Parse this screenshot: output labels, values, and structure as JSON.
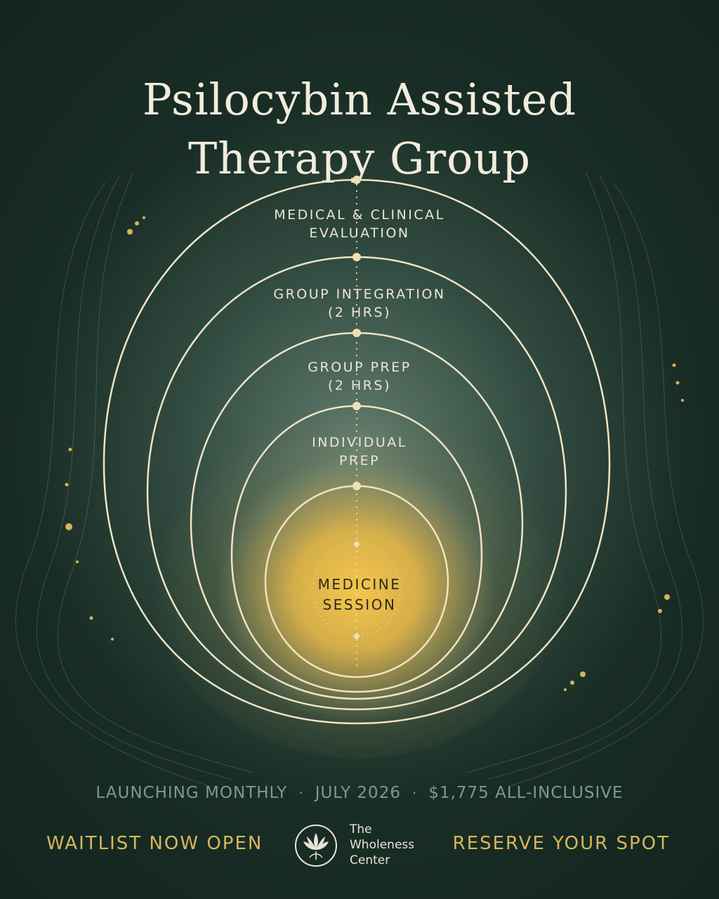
{
  "title": {
    "line1": "Psilocybin Assisted",
    "line2": "Therapy Group"
  },
  "stages": [
    {
      "line1": "MEDICAL & CLINICAL",
      "line2": "EVALUATION"
    },
    {
      "line1": "GROUP INTEGRATION",
      "line2": "(2 HRS)"
    },
    {
      "line1": "GROUP PREP",
      "line2": "(2 HRS)"
    },
    {
      "line1": "INDIVIDUAL",
      "line2": "PREP"
    }
  ],
  "center": {
    "line1": "MEDICINE",
    "line2": "SESSION"
  },
  "info": {
    "frequency": "LAUNCHING MONTHLY",
    "separator": "·",
    "date": "JULY 2026",
    "price": "$1,775 ALL-INCLUSIVE"
  },
  "footer": {
    "cta_left": "WAITLIST NOW OPEN",
    "cta_right": "RESERVE YOUR SPOT",
    "brand": {
      "line1": "The",
      "line2": "Wholeness",
      "line3": "Center",
      "icon": "lotus-icon"
    }
  },
  "colors": {
    "background": "#13251f",
    "ring": "#efe4c4",
    "gold": "#d9b65a",
    "glow": "#f2c54e",
    "muted": "#7f9a88",
    "title": "#f2ecdc"
  }
}
